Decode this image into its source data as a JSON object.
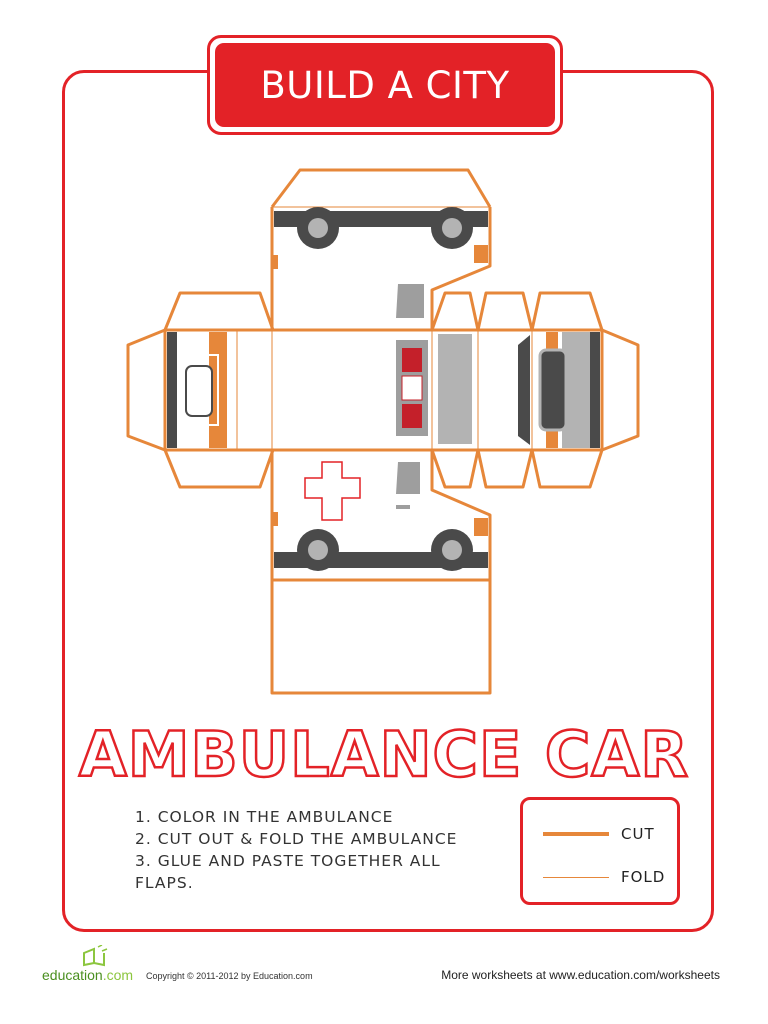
{
  "header": {
    "title": "BUILD A CITY"
  },
  "project": {
    "title": "AMBULANCE CAR"
  },
  "instructions": [
    "1. COLOR IN THE AMBULANCE",
    "2. CUT OUT & FOLD THE AMBULANCE",
    "3. GLUE AND PASTE TOGETHER ALL FLAPS."
  ],
  "legend": {
    "cut_label": "CUT",
    "fold_label": "FOLD"
  },
  "footer": {
    "logo_part1": "education",
    "logo_part2": ".com",
    "copyright": "Copyright © 2011-2012 by Education.com",
    "more": "More worksheets at www.education.com/worksheets"
  },
  "colors": {
    "accent_red": "#e32227",
    "cut_orange": "#e6873a",
    "dark_gray": "#4a4a4a",
    "light_gray": "#b3b3b3"
  }
}
